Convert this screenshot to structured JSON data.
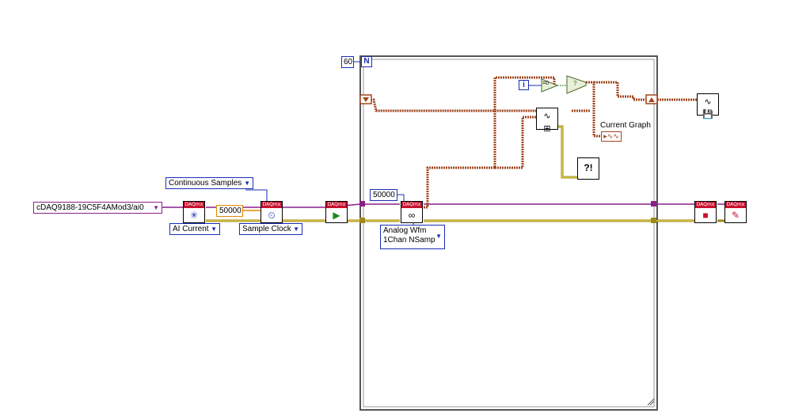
{
  "loop": {
    "count_terminal_label": "N",
    "count_value": "60",
    "iteration_label": "i"
  },
  "controls": {
    "physical_channel": "cDAQ9188-19C5F4AMod3/ai0",
    "channel_type": "AI Current",
    "sample_mode": "Continuous Samples",
    "timing_source": "Sample Clock",
    "timing_rate": "50000",
    "read_samples": "50000",
    "read_format_line1": "Analog Wfm",
    "read_format_line2": "1Chan NSamp"
  },
  "indicators": {
    "graph_label": "Current Graph"
  },
  "nodes": {
    "daqmx_header": "DAQmx",
    "compare_symbol": "=0",
    "select_symbol": "?",
    "error_symbol": "?!"
  },
  "colors": {
    "wire_task": "#8a1f8a",
    "wire_error": "#9c8a1a",
    "wire_waveform": "#a0461e",
    "wire_numeric": "#1a2db8",
    "wire_int": "#e08a00",
    "wire_bool": "#1a8a1a",
    "vi_header": "#c8102e"
  }
}
